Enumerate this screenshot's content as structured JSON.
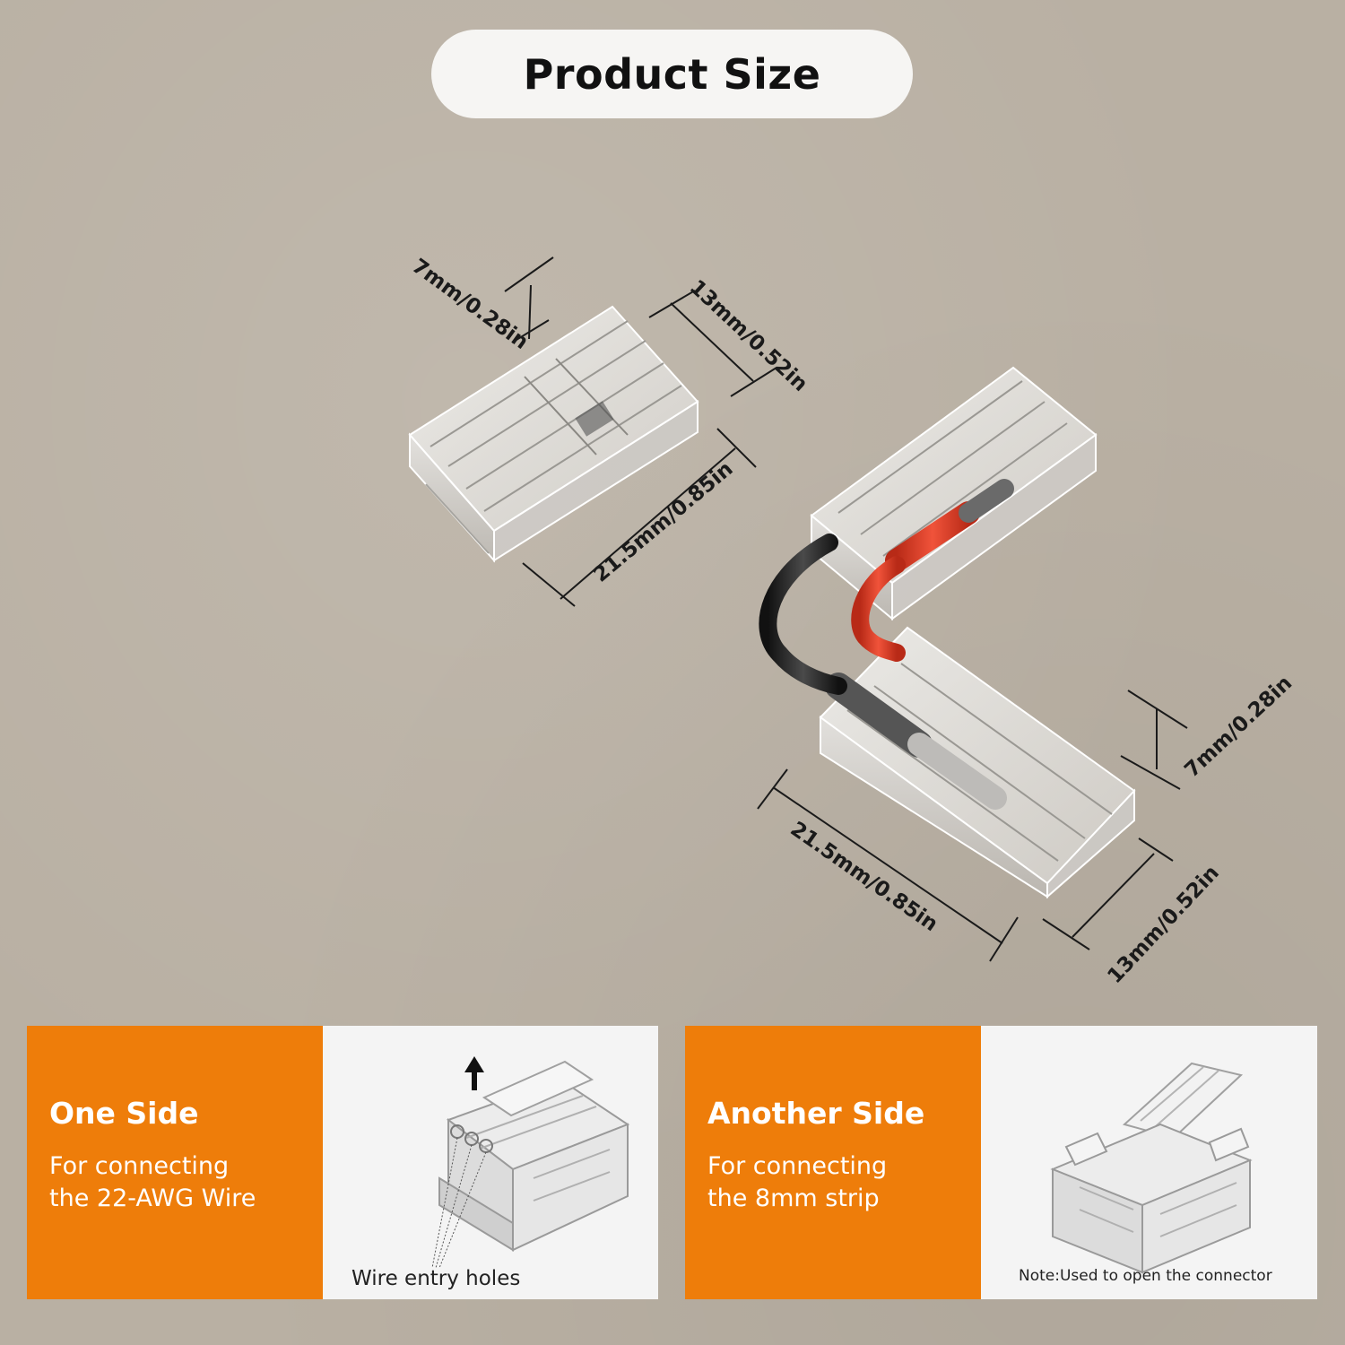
{
  "title": "Product Size",
  "dimensions": {
    "top_connector": {
      "height": "7mm/0.28in",
      "width": "13mm/0.52in",
      "length": "21.5mm/0.85in"
    },
    "l_connector": {
      "height": "7mm/0.28in",
      "length": "21.5mm/0.85in",
      "width": "13mm/0.52in"
    }
  },
  "panels": [
    {
      "heading": "One Side",
      "body": "For connecting\nthe 22-AWG Wire",
      "caption": "Wire entry holes"
    },
    {
      "heading": "Another Side",
      "body": "For connecting\nthe 8mm strip",
      "caption": "Note:Used to open the connector"
    }
  ],
  "colors": {
    "background": "#b9b0a3",
    "accent": "#ee7d0a",
    "pill": "#f6f5f3",
    "wire_red": "#e8412a",
    "wire_black": "#1d1d1d"
  }
}
